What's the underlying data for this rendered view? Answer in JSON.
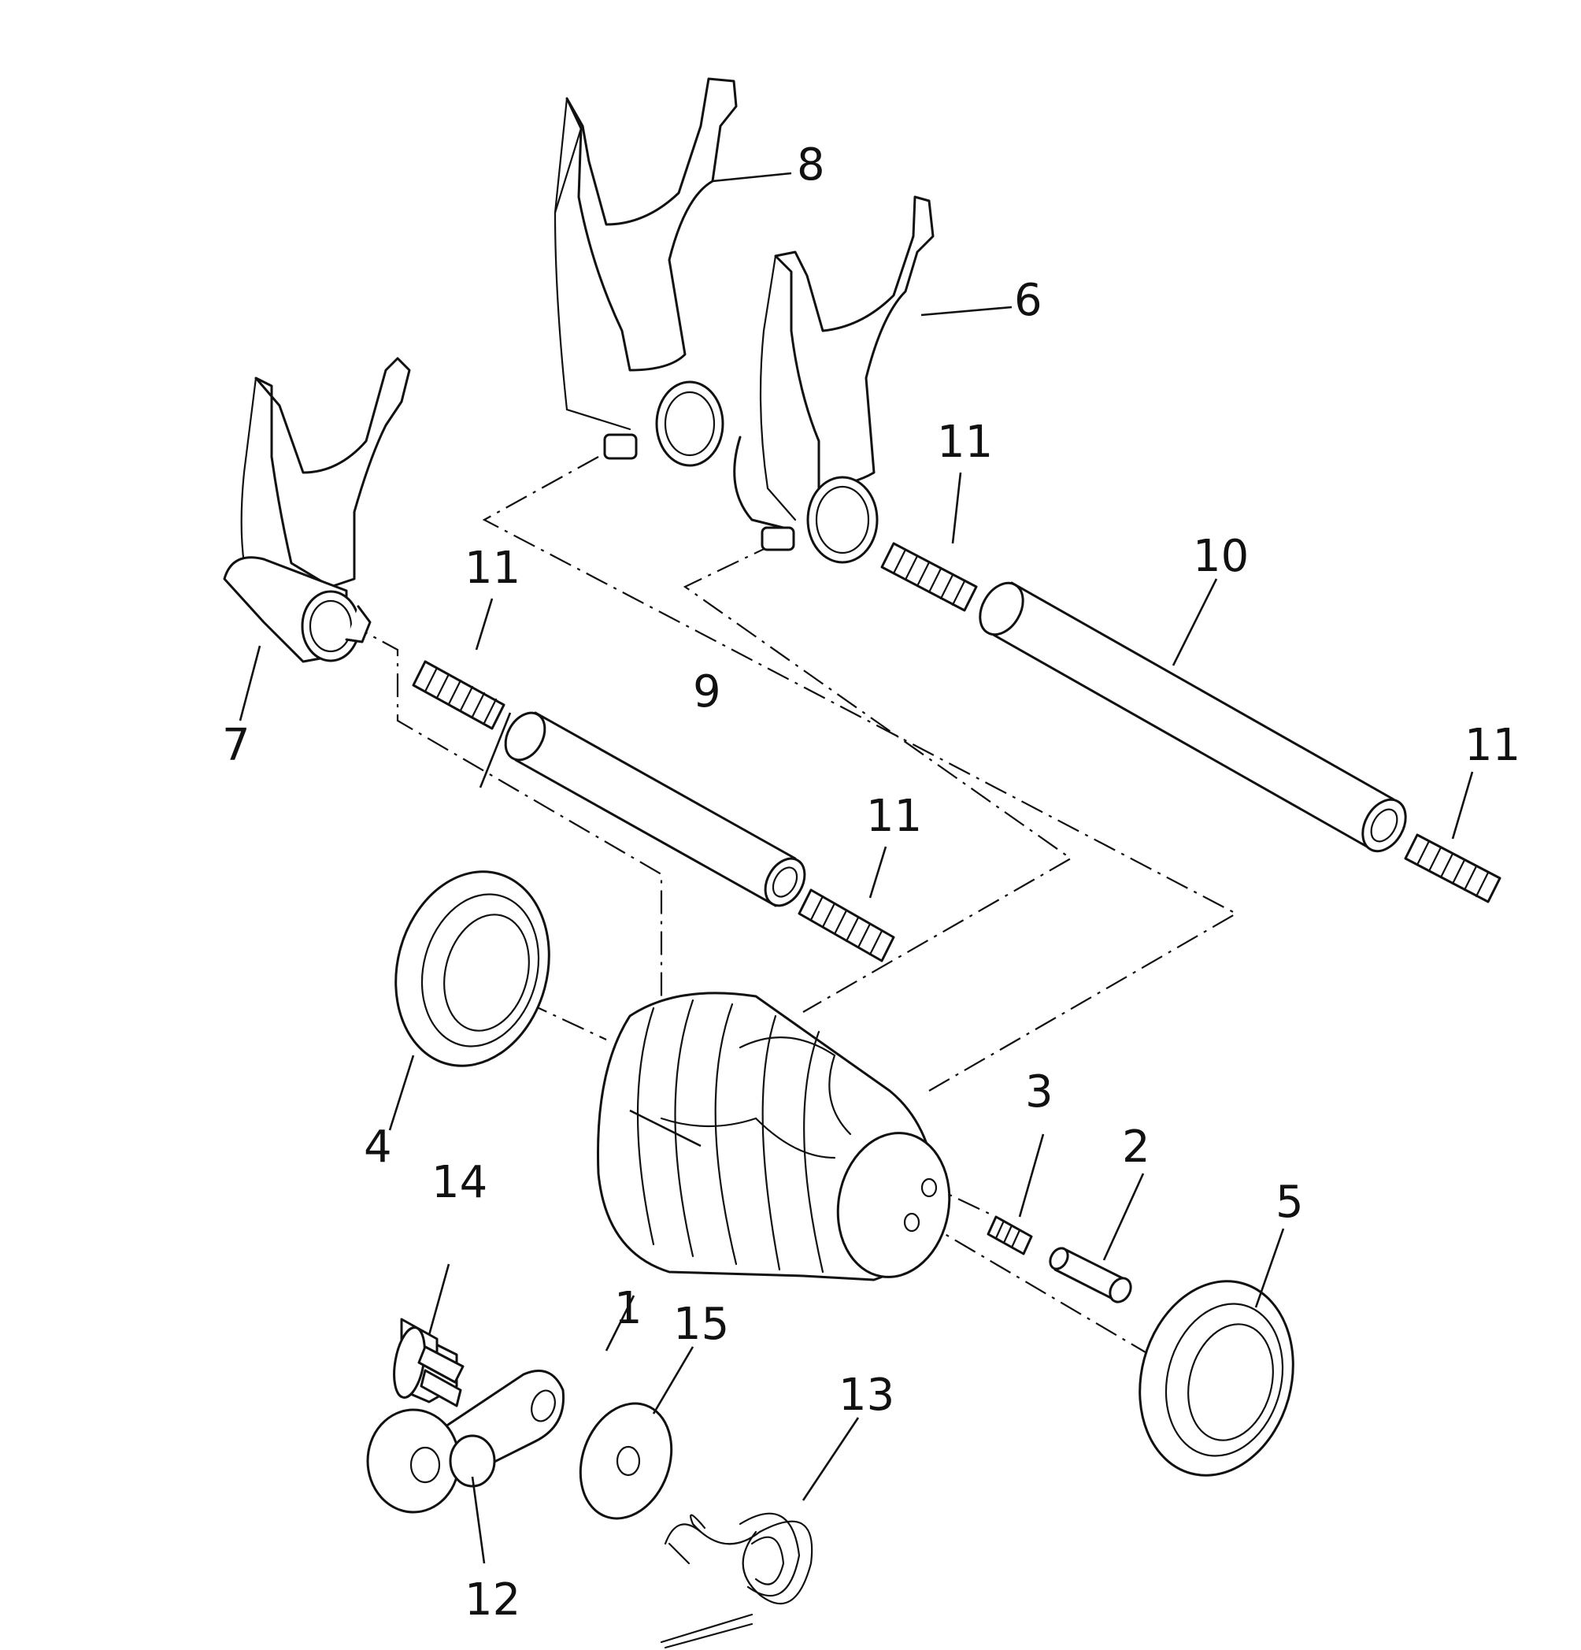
{
  "callouts": {
    "c1": "1",
    "c2": "2",
    "c3": "3",
    "c4": "4",
    "c5": "5",
    "c6": "6",
    "c7": "7",
    "c8": "8",
    "c9": "9",
    "c10": "10",
    "c11a": "11",
    "c11b": "11",
    "c11c": "11",
    "c11d": "11",
    "c12": "12",
    "c13": "13",
    "c14": "14",
    "c15": "15"
  },
  "colors": {
    "line": "#111111",
    "background": "#ffffff"
  }
}
